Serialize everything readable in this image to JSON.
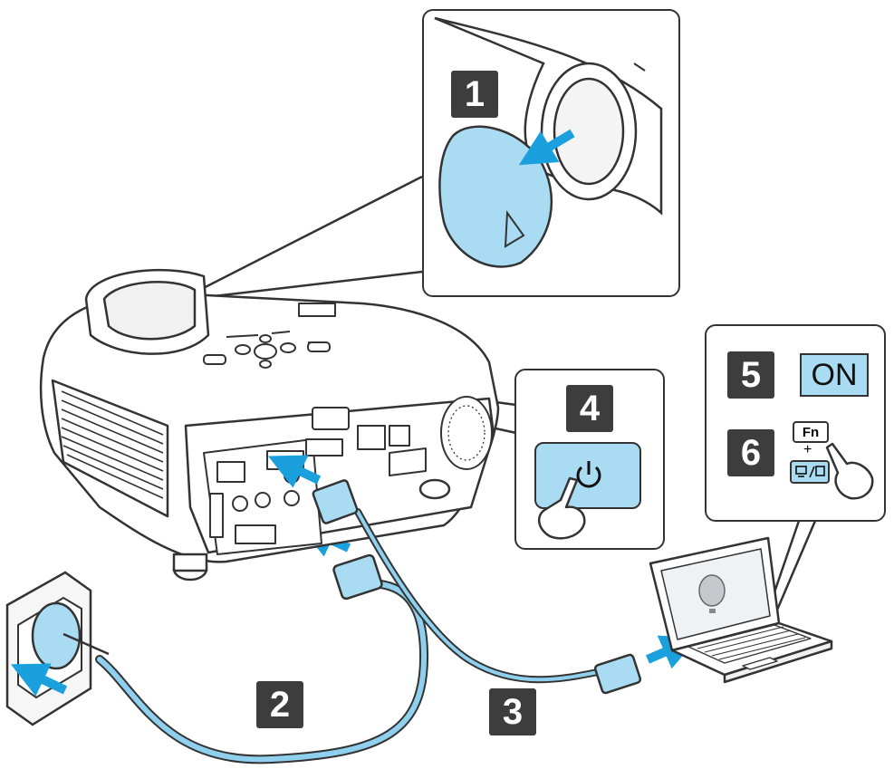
{
  "steps": {
    "s1": "1",
    "s2": "2",
    "s3": "3",
    "s4": "4",
    "s5": "5",
    "s6": "6"
  },
  "keys": {
    "on": "ON",
    "fn": "Fn",
    "plus": "+"
  },
  "colors": {
    "accent_fill": "#a9dcf2",
    "arrow_blue": "#1aa0dc",
    "badge": "#3d3d3d",
    "cable": "#8fd0ee"
  },
  "icons": {
    "power": "power-icon",
    "hand": "pointing-hand-icon",
    "display_switch": "monitor-switch-icon",
    "balloon": "hot-air-balloon-icon"
  }
}
